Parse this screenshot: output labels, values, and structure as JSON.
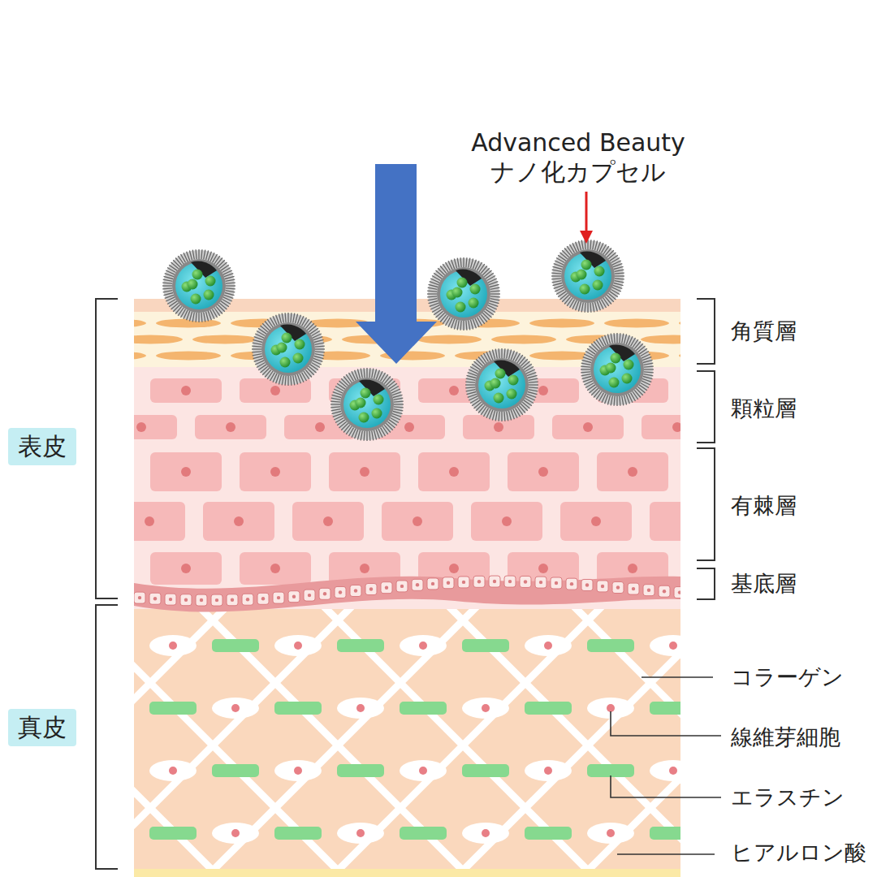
{
  "diagram": {
    "nodes": [
      {
        "text": [
          "表皮"
        ]
      },
      {
        "text": [
          "真皮"
        ]
      }
    ],
    "labels": [
      "Advanced Beauty ナノ化カプセル",
      "角質層",
      "顆粒層",
      "有棘層",
      "基底層",
      "コラーゲン",
      "線維芽細胞",
      "エラスチン",
      "ヒアルロン酸"
    ]
  }
}
